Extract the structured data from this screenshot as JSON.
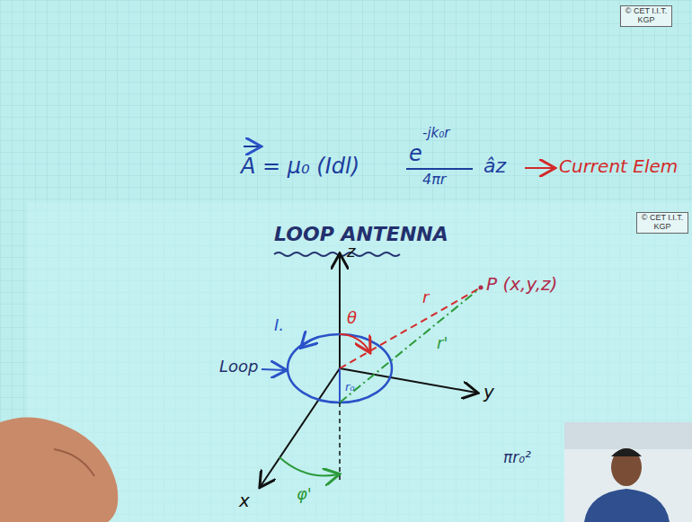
{
  "diagram": {
    "title": "LOOP ANTENNA",
    "labels": [
      "© CET I.I.T. KGP",
      "A = μ₀ (Idl)",
      "e",
      "-jk₀r",
      "4πr",
      "âz",
      "Current Elem",
      "© CET I.I.T. KGP",
      "z",
      "P (x,y,z)",
      "θ",
      "r",
      "r'",
      "I.",
      "Loop",
      "y",
      "x",
      "r₀",
      "φ'",
      "πr₀²"
    ]
  }
}
